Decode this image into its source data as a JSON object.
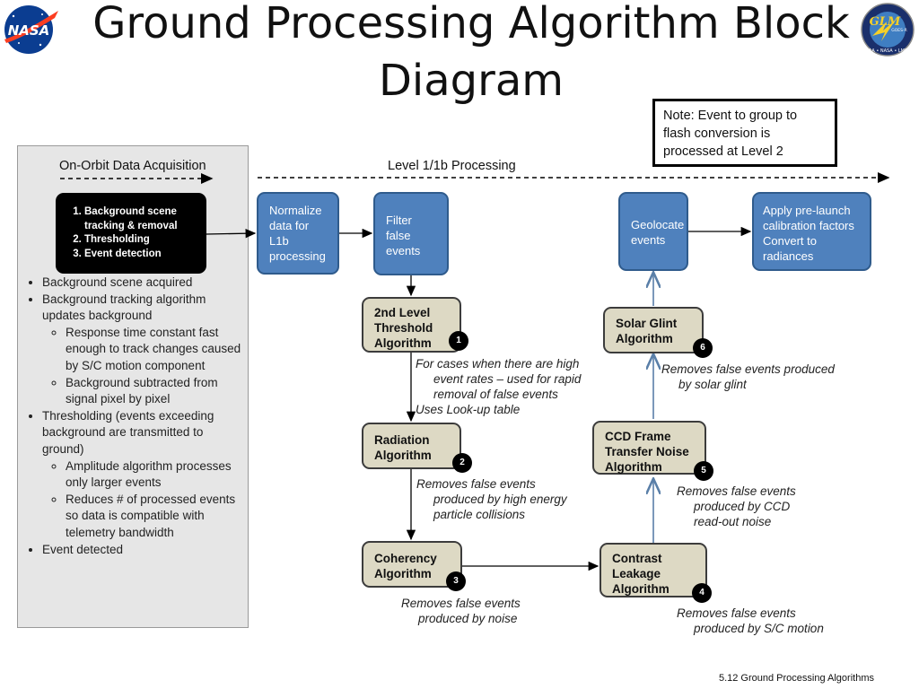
{
  "title": "Ground Processing Algorithm Block Diagram",
  "logos": {
    "left": {
      "label": "NASA",
      "colors": {
        "disc": "#0b3d91",
        "swoosh": "#fc3d21"
      }
    },
    "right": {
      "label": "GLM",
      "sublabel": "GOES-R",
      "ring_text": "NOAA • NASA • LMSSC"
    }
  },
  "note": {
    "lines": [
      "Note: Event to group to",
      "flash conversion is",
      "processed at Level 2"
    ]
  },
  "left_panel": {
    "header": "On-Orbit Data Acquisition",
    "onboard_steps": [
      "Background scene tracking & removal",
      "Thresholding",
      "Event detection"
    ],
    "bullets": [
      {
        "text": "Background scene acquired"
      },
      {
        "text": "Background tracking algorithm updates background",
        "sub": [
          "Response time constant fast enough to track changes caused by S/C motion component",
          "Background subtracted from signal pixel by pixel"
        ]
      },
      {
        "text": "Thresholding (events exceeding background are transmitted to ground)",
        "sub": [
          "Amplitude algorithm processes only larger events",
          "Reduces # of processed events so data is compatible with telemetry bandwidth"
        ]
      },
      {
        "text": "Event detected"
      }
    ]
  },
  "processing_header": "Level 1/1b Processing",
  "blue_boxes": {
    "normalize": "Normalize data for L1b processing",
    "filter": "Filter false events",
    "geolocate": "Geolocate events",
    "calibrate": "Apply pre-launch calibration factors Convert to radiances"
  },
  "steps": {
    "threshold": {
      "name": "2nd Level Threshold Algorithm",
      "number": "1",
      "desc": [
        "For cases when there are high",
        "event rates – used for rapid",
        "removal of false events"
      ],
      "desc2": "Uses Look-up table"
    },
    "radiation": {
      "name": "Radiation Algorithm",
      "number": "2",
      "desc": [
        "Removes false events",
        "produced by high energy",
        "particle collisions"
      ]
    },
    "coherency": {
      "name": "Coherency Algorithm",
      "number": "3",
      "desc": [
        "Removes false events",
        "produced by noise"
      ]
    },
    "contrast": {
      "name": "Contrast Leakage Algorithm",
      "number": "4",
      "desc": [
        "Removes false events",
        "produced by S/C motion"
      ]
    },
    "ccd": {
      "name": "CCD Frame Transfer Noise Algorithm",
      "number": "5",
      "desc": [
        "Removes false events",
        "produced by CCD",
        "read-out noise"
      ]
    },
    "glint": {
      "name": "Solar Glint Algorithm",
      "number": "6",
      "desc": [
        "Removes false events produced",
        "by solar glint"
      ]
    }
  },
  "footer": "5.12 Ground Processing Algorithms"
}
